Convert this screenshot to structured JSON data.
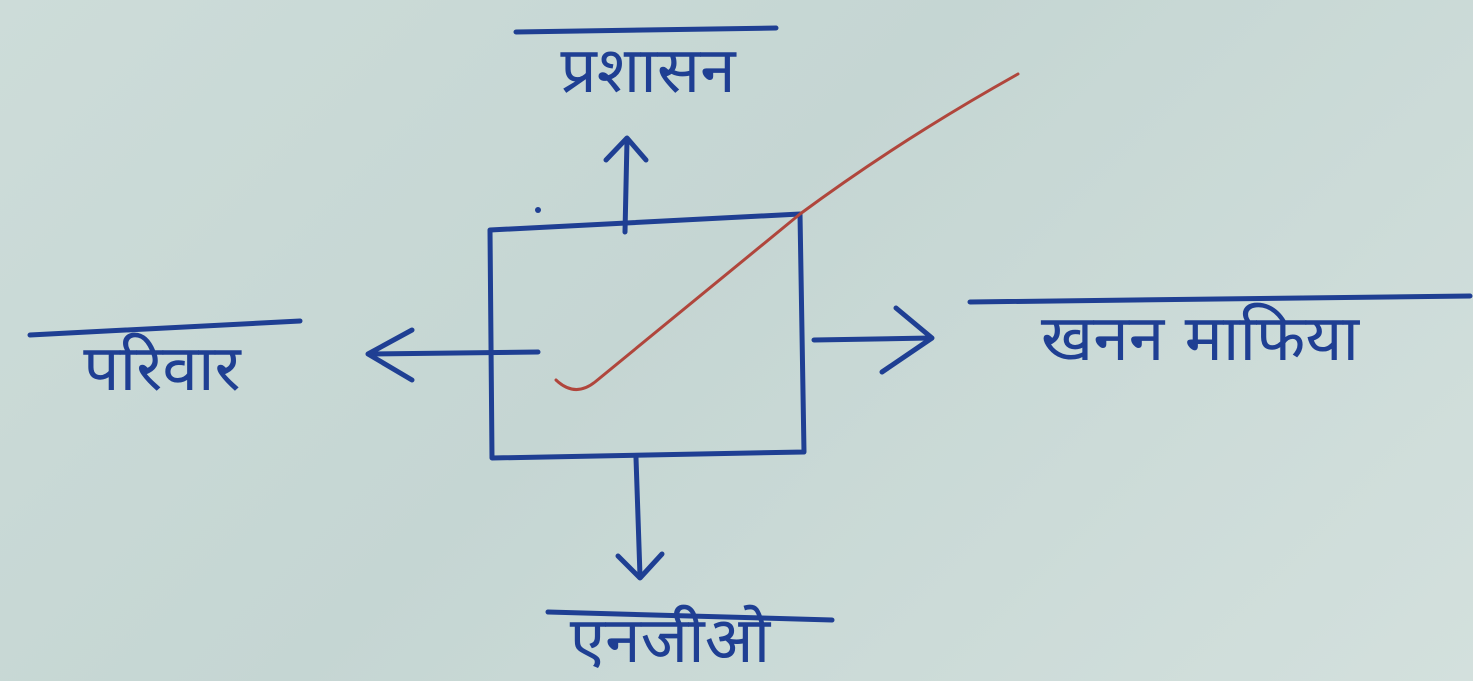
{
  "diagram": {
    "labels": {
      "top": "प्रशासन",
      "left": "परिवार",
      "right": "खनन माफिया",
      "bottom": "एनजीओ"
    },
    "colors": {
      "ink": "#1f3f93",
      "red_line": "#b0463c",
      "background": "#c9d9d6"
    }
  }
}
